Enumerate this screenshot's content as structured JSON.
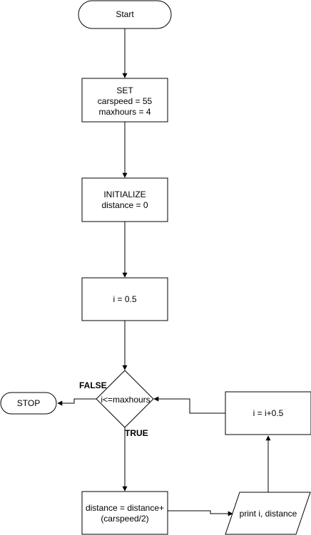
{
  "nodes": {
    "start": {
      "label": "Start"
    },
    "set": {
      "title": "SET",
      "line1": "carspeed = 55",
      "line2": "maxhours = 4"
    },
    "initialize": {
      "title": "INITIALIZE",
      "line1": "distance = 0"
    },
    "init_i": {
      "label": "i = 0.5"
    },
    "decision": {
      "label": "i<=maxhours"
    },
    "stop": {
      "label": "STOP"
    },
    "increment": {
      "label": "i = i+0.5"
    },
    "compute": {
      "line1": "distance = distance+",
      "line2": "(carspeed/2)"
    },
    "print": {
      "label": "print i, distance"
    }
  },
  "edge_labels": {
    "false": "FALSE",
    "true": "TRUE"
  }
}
